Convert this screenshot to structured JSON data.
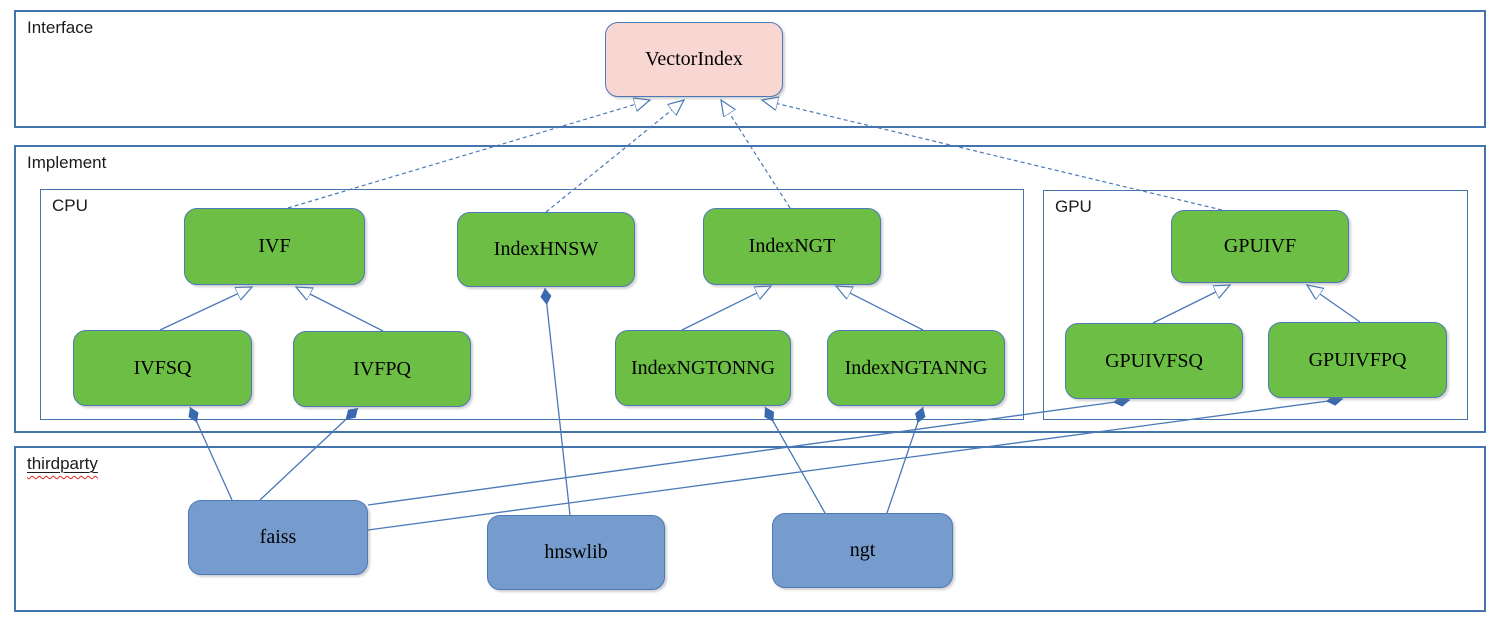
{
  "containers": {
    "interface": "Interface",
    "implement": "Implement",
    "cpu": "CPU",
    "gpu": "GPU",
    "thirdparty": "thirdparty"
  },
  "nodes": {
    "vectorindex": "VectorIndex",
    "ivf": "IVF",
    "indexhnsw": "IndexHNSW",
    "indexngt": "IndexNGT",
    "gpuivf": "GPUIVF",
    "ivfsq": "IVFSQ",
    "ivfpq": "IVFPQ",
    "indexngtonng": "IndexNGTONNG",
    "indexngtanng": "IndexNGTANNG",
    "gpuivfsq": "GPUIVFSQ",
    "gpuivfpq": "GPUIVFPQ",
    "faiss": "faiss",
    "hnswlib": "hnswlib",
    "ngt": "ngt"
  },
  "edges": [
    {
      "from": "IVF",
      "to": "VectorIndex",
      "type": "realization-dashed-hollow-arrow"
    },
    {
      "from": "IndexHNSW",
      "to": "VectorIndex",
      "type": "realization-dashed-hollow-arrow"
    },
    {
      "from": "IndexNGT",
      "to": "VectorIndex",
      "type": "realization-dashed-hollow-arrow"
    },
    {
      "from": "GPUIVF",
      "to": "VectorIndex",
      "type": "realization-dashed-hollow-arrow"
    },
    {
      "from": "IVFSQ",
      "to": "IVF",
      "type": "generalization-hollow-arrow"
    },
    {
      "from": "IVFPQ",
      "to": "IVF",
      "type": "generalization-hollow-arrow"
    },
    {
      "from": "IndexNGTONNG",
      "to": "IndexNGT",
      "type": "generalization-hollow-arrow"
    },
    {
      "from": "IndexNGTANNG",
      "to": "IndexNGT",
      "type": "generalization-hollow-arrow"
    },
    {
      "from": "GPUIVFSQ",
      "to": "GPUIVF",
      "type": "generalization-hollow-arrow"
    },
    {
      "from": "GPUIVFPQ",
      "to": "GPUIVF",
      "type": "generalization-hollow-arrow"
    },
    {
      "from": "faiss",
      "to": "IVFSQ",
      "type": "composition-filled-diamond"
    },
    {
      "from": "faiss",
      "to": "IVFPQ",
      "type": "composition-filled-diamond"
    },
    {
      "from": "faiss",
      "to": "GPUIVFSQ",
      "type": "composition-filled-diamond"
    },
    {
      "from": "faiss",
      "to": "GPUIVFPQ",
      "type": "composition-filled-diamond"
    },
    {
      "from": "hnswlib",
      "to": "IndexHNSW",
      "type": "composition-filled-diamond"
    },
    {
      "from": "ngt",
      "to": "IndexNGTONNG",
      "type": "composition-filled-diamond"
    },
    {
      "from": "ngt",
      "to": "IndexNGTANNG",
      "type": "composition-filled-diamond"
    }
  ],
  "colors": {
    "green_fill": "#6cbe45",
    "pink_fill": "#f8d6d2",
    "blue_fill": "#769ccd",
    "node_border": "#4d79b8",
    "container_border": "#4374ad",
    "connector": "#4a79b8",
    "diamond": "#3b69af",
    "label_color": "#1b1b1b",
    "wavy_color": "#e02b2b"
  }
}
